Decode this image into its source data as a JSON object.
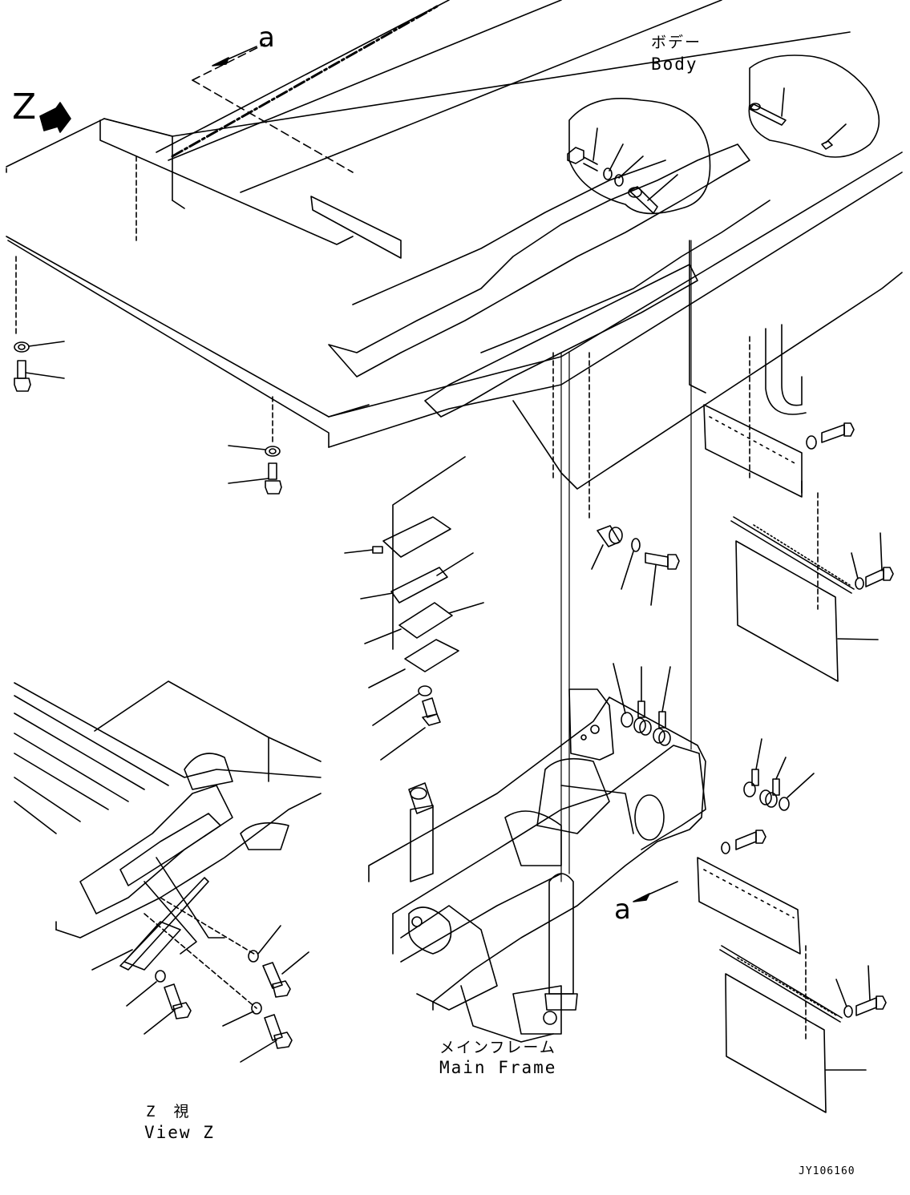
{
  "labels": {
    "body_jp": "ボデー",
    "body_en": "Body",
    "main_frame_jp": "メインフレーム",
    "main_frame_en": "Main Frame",
    "view_jp": "Z　視",
    "view_en": "View Z",
    "view_marker": "Z",
    "section_marker_top": "a",
    "section_marker_bottom": "a",
    "drawing_code": "JY106160"
  },
  "colors": {
    "line": "#000000",
    "background": "#ffffff"
  }
}
